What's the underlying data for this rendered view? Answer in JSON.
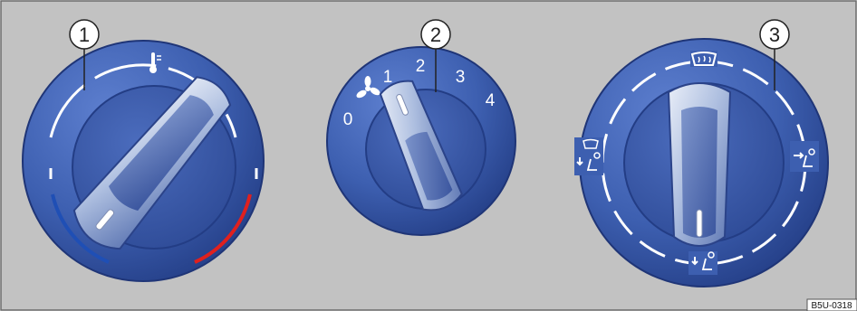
{
  "callouts": [
    "1",
    "2",
    "3"
  ],
  "fan_scale": [
    "0",
    "1",
    "2",
    "3",
    "4"
  ],
  "reference_code": "B5U-0318",
  "icons": {
    "temperature": "thermometer-icon",
    "fan": "fan-icon",
    "windshield": "windshield-defrost-icon",
    "footwell_windshield": "footwell-windshield-icon",
    "face": "face-vent-icon",
    "footwell": "footwell-vent-icon"
  },
  "colors": {
    "background": "#c2c2c2",
    "knob_blue": "#3d5fb0",
    "cold": "#1f4fb5",
    "hot": "#e0201e",
    "marking": "#ffffff"
  }
}
